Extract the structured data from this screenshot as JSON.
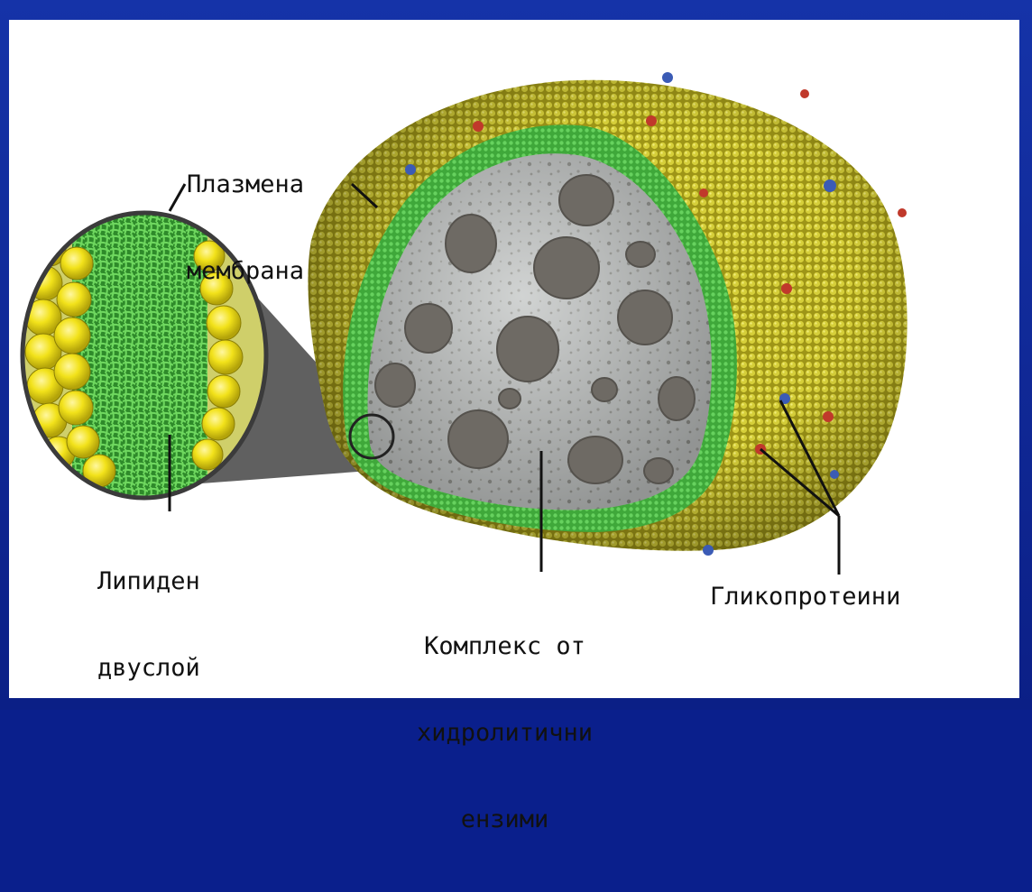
{
  "labels": {
    "membrane": [
      "Плазмена",
      "мембрана"
    ],
    "bilayer": [
      "Липиден",
      "двуслой"
    ],
    "enzymes": [
      "Комплекс от",
      "хидролитични",
      "ензими"
    ],
    "glyco": "Гликопротеини"
  },
  "colors": {
    "frame": "#0b1f86",
    "membrane_surface": "#c9c12a",
    "bilayer_green": "#3fbf3a",
    "lipid_head": "#f2e21a",
    "interior": "#b9bcbc",
    "enzyme_blobs": "#6b6762",
    "glyco_red": "#c0392b",
    "glyco_blue": "#3b5bb5"
  }
}
